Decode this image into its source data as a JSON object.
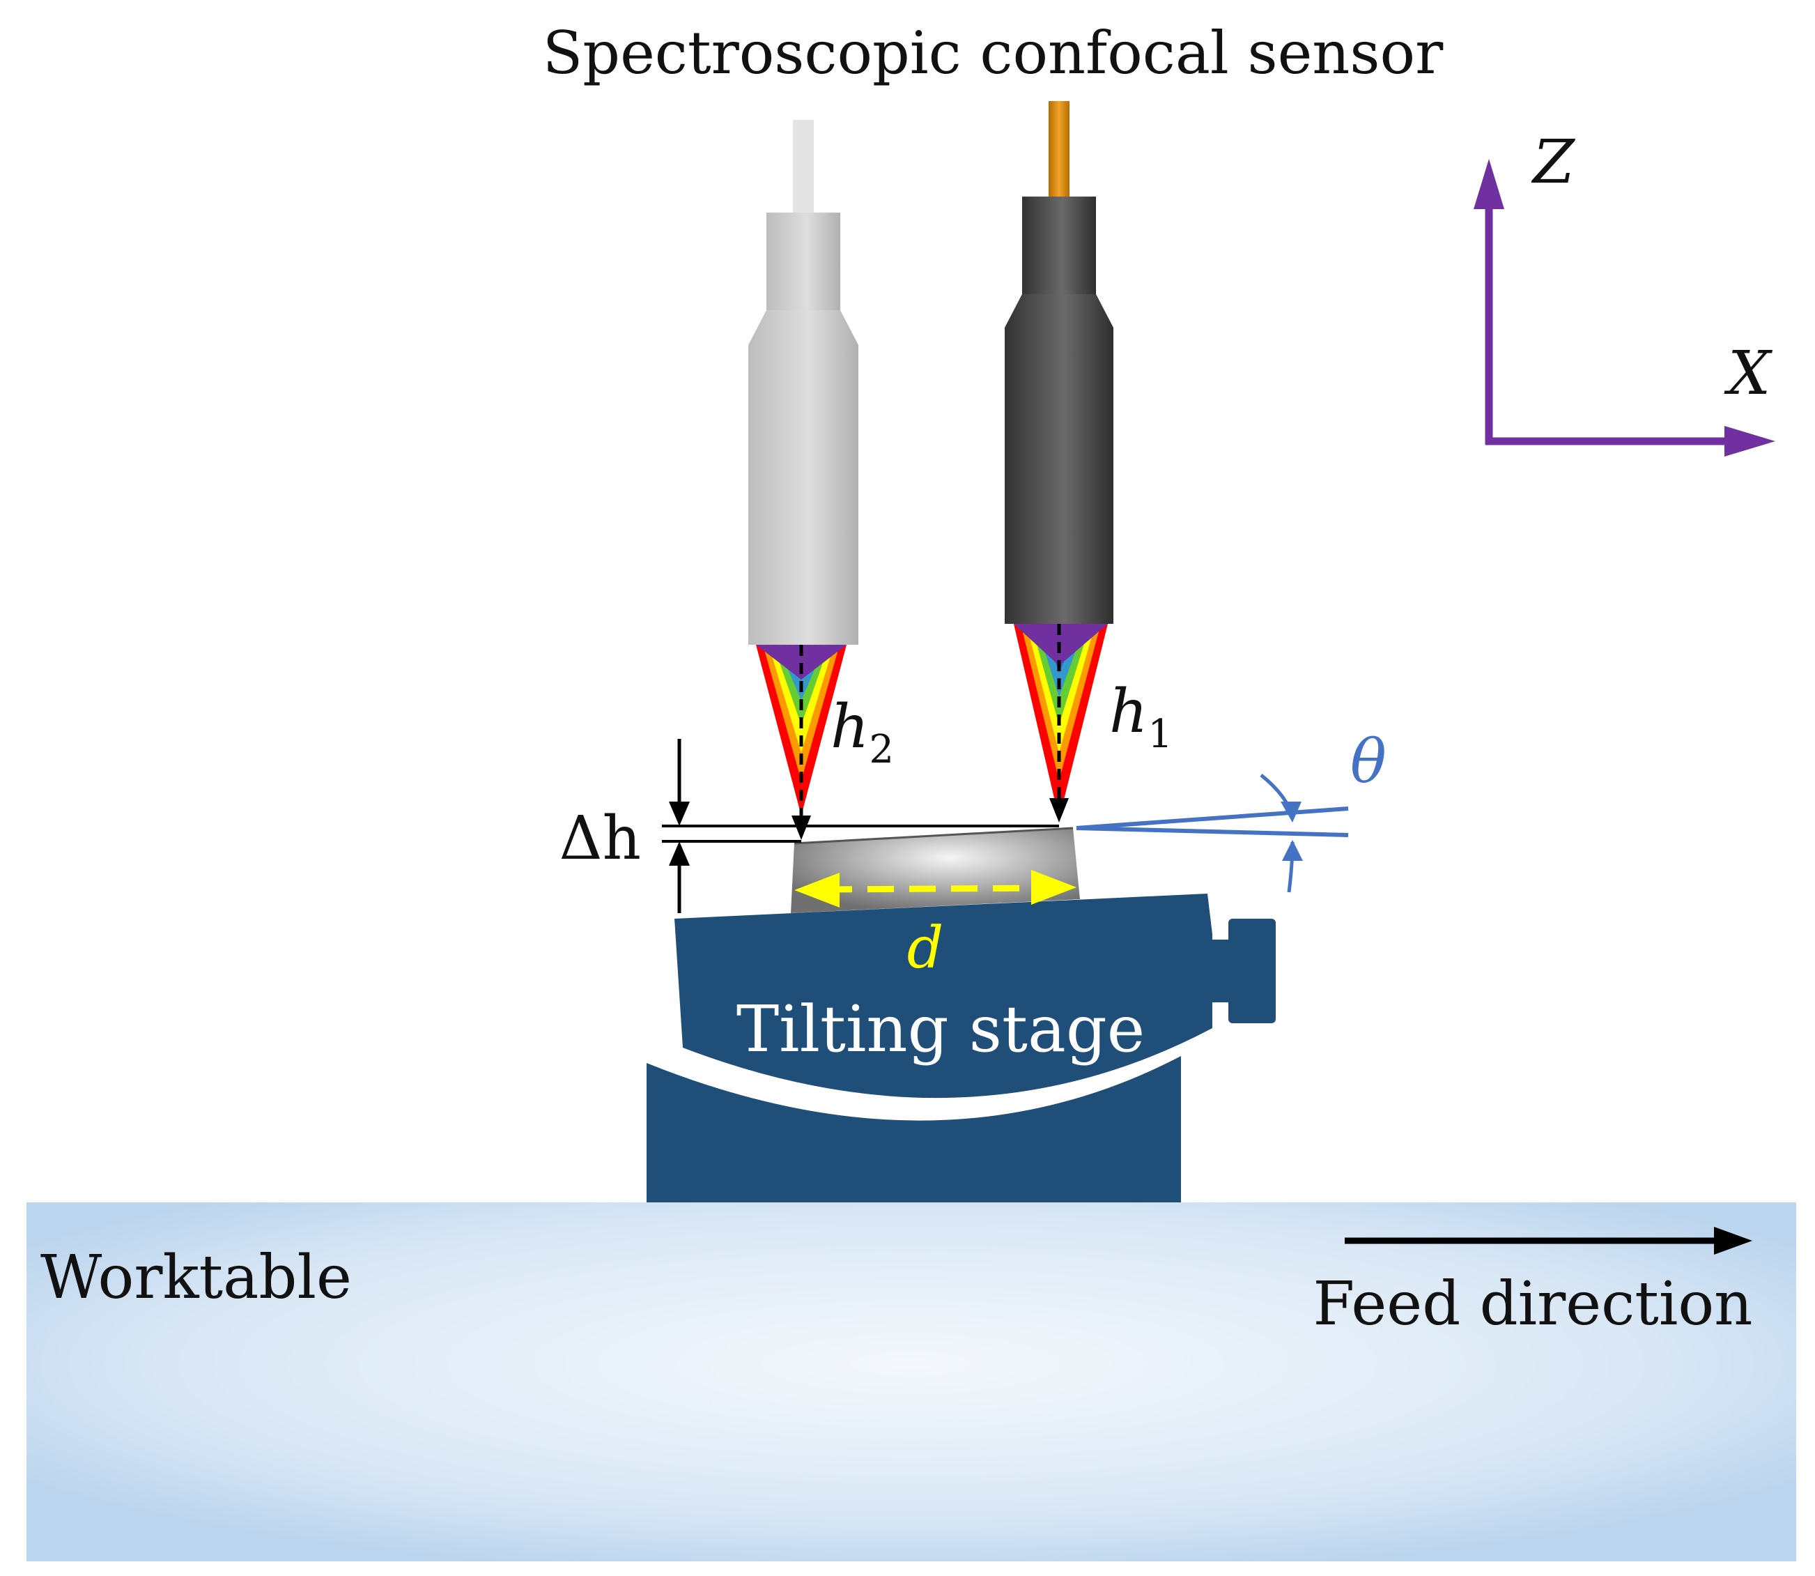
{
  "title": "Spectroscopic confocal sensor",
  "labels": {
    "tilting_stage": "Tilting stage",
    "worktable": "Worktable",
    "feed_direction": "Feed direction"
  },
  "symbols": {
    "h": "h",
    "sub_1": "1",
    "sub_2": "2",
    "delta_h": "Δh",
    "d": "d",
    "theta": "θ",
    "axis_z": "Z",
    "axis_x": "X"
  },
  "colors": {
    "stage": "#1f4e79",
    "axis": "#7030a0",
    "theta": "#4472c4",
    "d_arrow": "#ffff00",
    "probe_light": "#c8c8c8",
    "probe_dark": "#3a3a3a",
    "cable_orange": "#d98b00"
  }
}
